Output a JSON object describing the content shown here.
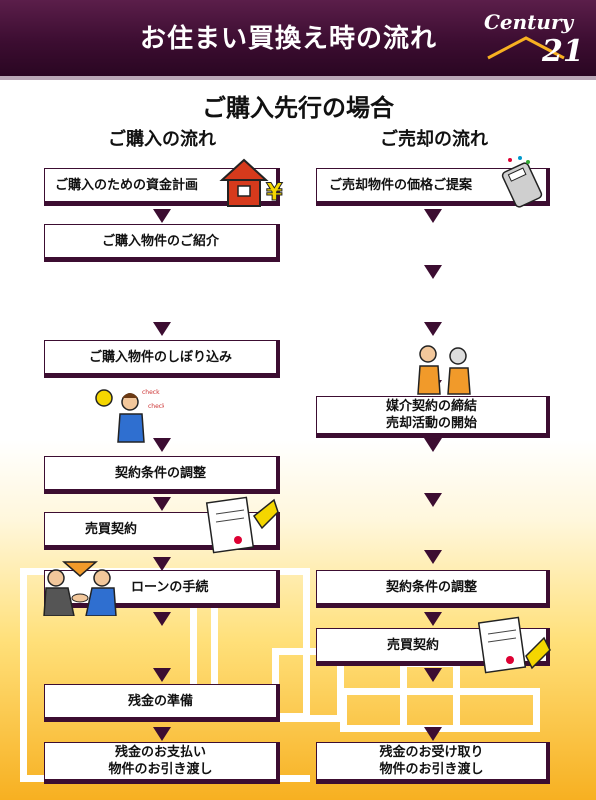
{
  "header": {
    "title": "お住まい買換え時の流れ",
    "logo_word": "Century",
    "logo_num": "21"
  },
  "subtitle": "ご購入先行の場合",
  "columns": {
    "left": {
      "title": "ご購入の流れ",
      "steps": [
        "ご購入のための資金計画",
        "ご購入物件のご紹介",
        "ご購入物件のしぼり込み",
        "契約条件の調整",
        "売買契約",
        "ローンの手続",
        "残金の準備",
        "残金のお支払い\n物件のお引き渡し"
      ]
    },
    "right": {
      "title": "ご売却の流れ",
      "steps": [
        "ご売却物件の価格ご提案",
        "媒介契約の締結\n売却活動の開始",
        "契約条件の調整",
        "売買契約",
        "残金のお受け取り\n物件のお引き渡し"
      ]
    }
  },
  "colors": {
    "brand": "#3c0d31",
    "gradient_bottom": "#f7b021"
  },
  "icons": [
    "house-yen-icon",
    "calculator-icon",
    "woman-idea-icon",
    "consultation-icon",
    "contract-sign-icon",
    "handshake-icon"
  ]
}
